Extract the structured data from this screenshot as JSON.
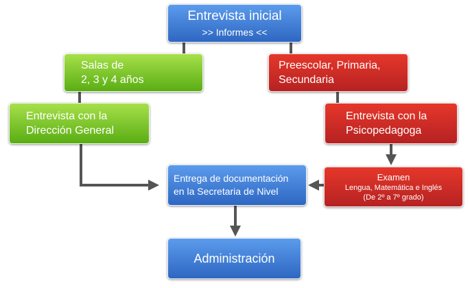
{
  "nodes": {
    "inicial": {
      "title": "Entrevista inicial",
      "subtitle": ">> Informes <<"
    },
    "salas": {
      "line1": "Salas de",
      "line2": "2, 3  y 4 años"
    },
    "preescolar": {
      "line1": "Preescolar, Primaria,",
      "line2": "Secundaria"
    },
    "direccion": {
      "line1": "Entrevista con la",
      "line2": "Dirección General"
    },
    "psicopedagoga": {
      "line1": "Entrevista con la",
      "line2": "Psicopedagoga"
    },
    "entrega": {
      "line1": "Entrega de documentación",
      "line2": "en la Secretaria de Nivel"
    },
    "examen": {
      "title": "Examen",
      "line1": "Lengua, Matemática e Inglés",
      "line2": "(De 2º a 7º grado)"
    },
    "administracion": {
      "title": "Administración"
    }
  },
  "colors": {
    "blue": "#3f7fd8",
    "green": "#7cc62c",
    "red": "#cc2a25",
    "connector": "#555555"
  }
}
